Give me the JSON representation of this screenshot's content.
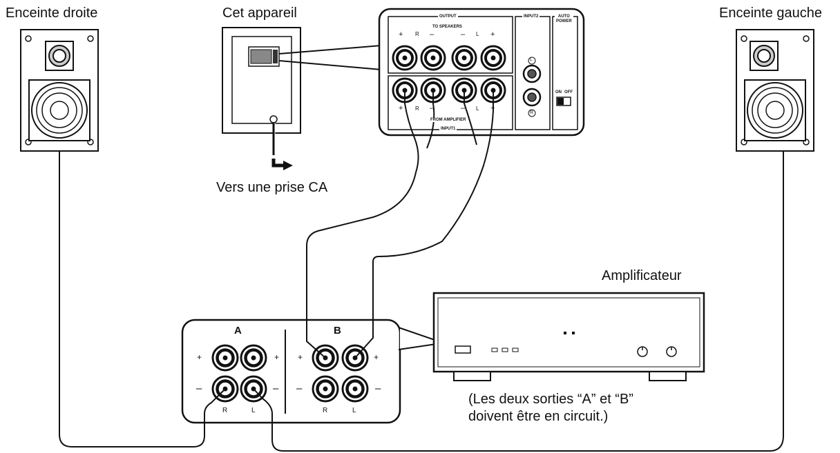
{
  "labels": {
    "right_speaker": "Enceinte droite",
    "this_unit": "Cet appareil",
    "left_speaker": "Enceinte gauche",
    "ac_outlet": "Vers une prise CA",
    "amplifier": "Amplificateur",
    "note_line1": "(Les deux sorties “A” et “B”",
    "note_line2": "doivent être en circuit.)"
  },
  "unit_panel": {
    "output": "OUTPUT",
    "to_speakers": "TO SPEAKERS",
    "from_amplifier": "FROM AMPLIFIER",
    "input1": "INPUT1",
    "input2": "INPUT2",
    "auto_power": "AUTO",
    "auto_power2": "POWER",
    "on": "ON",
    "off": "OFF"
  },
  "amp_panel": {
    "group_a": "A",
    "group_b": "B"
  },
  "symbols": {
    "plus": "+",
    "minus": "–",
    "r": "R",
    "l": "L"
  }
}
